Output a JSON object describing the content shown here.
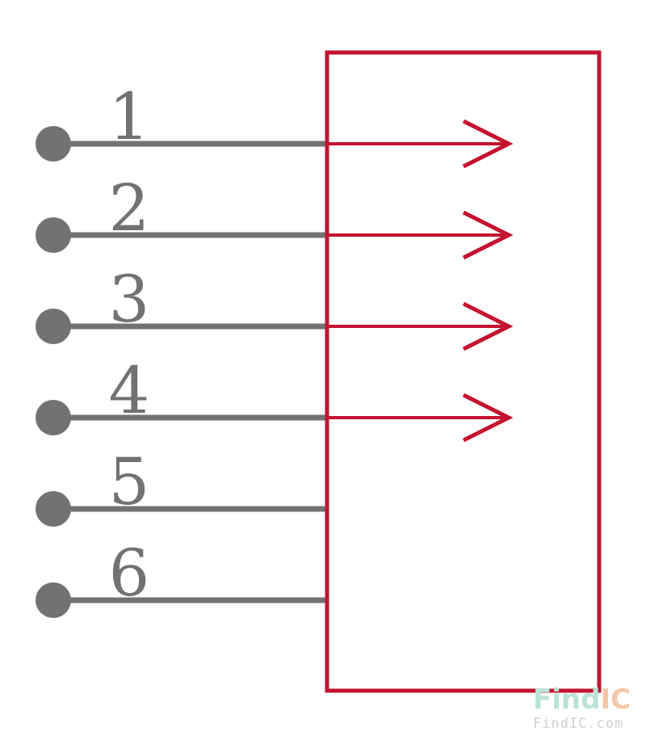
{
  "colors": {
    "pin": "#727272",
    "body": "#c4122f",
    "watermark_a": "#b9e3d6",
    "watermark_b": "#f4c6a8",
    "watermark_text": "#cfcfcf"
  },
  "pins": [
    {
      "label": "1",
      "has_arrow": true
    },
    {
      "label": "2",
      "has_arrow": true
    },
    {
      "label": "3",
      "has_arrow": true
    },
    {
      "label": "4",
      "has_arrow": true
    },
    {
      "label": "5",
      "has_arrow": false
    },
    {
      "label": "6",
      "has_arrow": false
    }
  ],
  "watermark": {
    "brand_a": "Find",
    "brand_b": "IC",
    "url": "FindIC.com"
  }
}
